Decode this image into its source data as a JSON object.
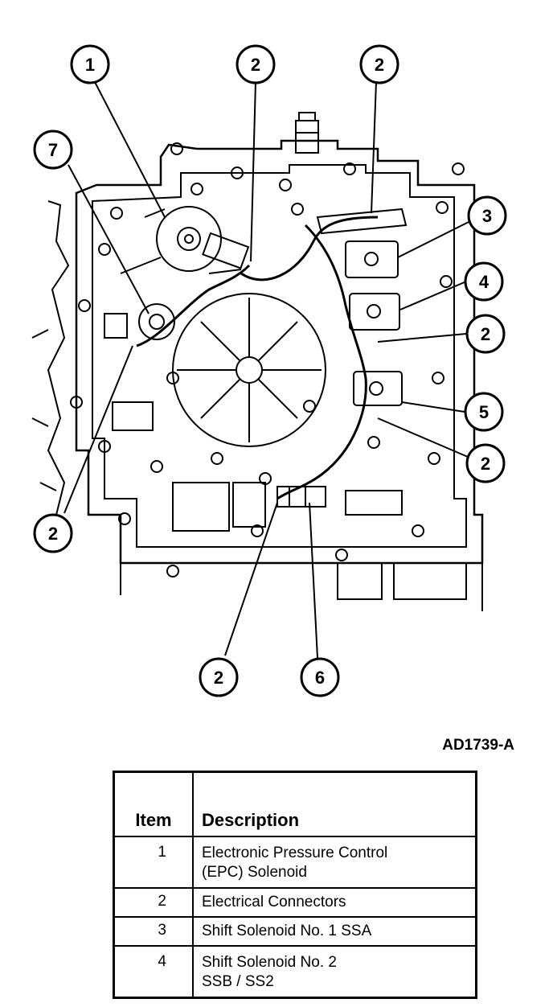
{
  "figure_id": "AD1739-A",
  "callouts": [
    {
      "id": "callout-1",
      "label": "1"
    },
    {
      "id": "callout-2-top",
      "label": "2"
    },
    {
      "id": "callout-2-top-right",
      "label": "2"
    },
    {
      "id": "callout-3",
      "label": "3"
    },
    {
      "id": "callout-4",
      "label": "4"
    },
    {
      "id": "callout-7",
      "label": "7"
    },
    {
      "id": "callout-2-right-mid",
      "label": "2"
    },
    {
      "id": "callout-5",
      "label": "5"
    },
    {
      "id": "callout-2-right-low",
      "label": "2"
    },
    {
      "id": "callout-2-left",
      "label": "2"
    },
    {
      "id": "callout-2-bottom",
      "label": "2"
    },
    {
      "id": "callout-6",
      "label": "6"
    }
  ],
  "legend": {
    "header_item": "Item",
    "header_description": "Description",
    "rows": [
      {
        "item": "1",
        "description_line1": "Electronic Pressure Control",
        "description_line2": "(EPC) Solenoid"
      },
      {
        "item": "2",
        "description_line1": "Electrical Connectors",
        "description_line2": ""
      },
      {
        "item": "3",
        "description_line1": "Shift Solenoid No. 1 SSA",
        "description_line2": ""
      },
      {
        "item": "4",
        "description_line1": "Shift Solenoid No. 2",
        "description_line2": "SSB / SS2"
      }
    ]
  }
}
